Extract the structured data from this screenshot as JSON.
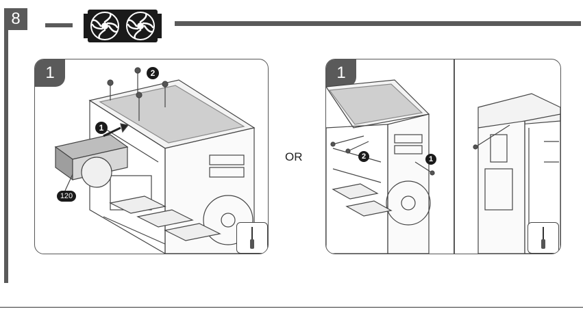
{
  "step": {
    "number": "8"
  },
  "header": {
    "icon": "dual-fan-radiator-icon"
  },
  "panels": [
    {
      "label": "1",
      "callouts": [
        "1",
        "2"
      ],
      "size_label": "120",
      "tool": "screwdriver-icon"
    },
    {
      "label": "1",
      "callouts": [
        "1",
        "2"
      ],
      "tool": "screwdriver-icon"
    }
  ],
  "separator": {
    "text": "OR"
  },
  "colors": {
    "bar": "#5a5a5a",
    "badge": "#1a1a1a",
    "line": "#444444"
  }
}
